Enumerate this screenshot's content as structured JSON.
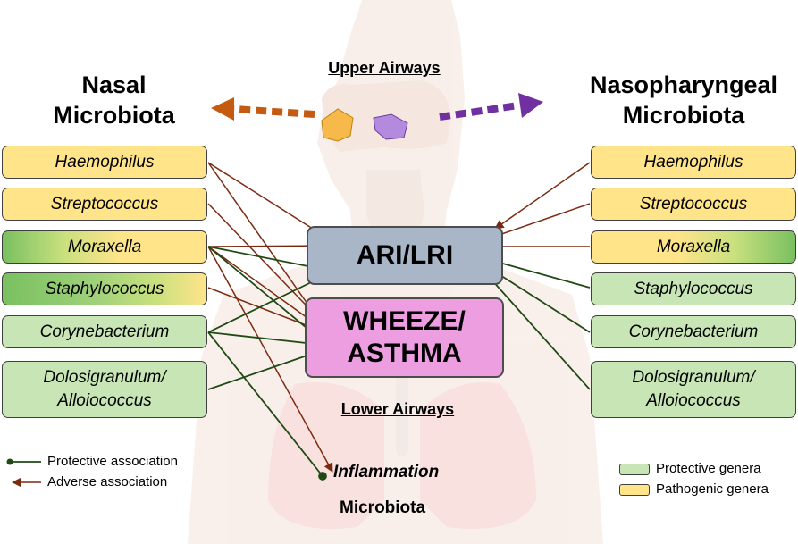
{
  "titles": {
    "nasal": "Nasal\nMicrobiota",
    "nasopharyngeal": "Nasopharyngeal\nMicrobiota",
    "upper_airways": "Upper Airways",
    "lower_airways": "Lower Airways"
  },
  "outcomes": {
    "ari": "ARI/LRI",
    "wheeze": "WHEEZE/\nASTHMA",
    "inflammation": "Inflammation",
    "microbiota": "Microbiota"
  },
  "nasal_genera": [
    "Haemophilus",
    "Streptococcus",
    "Moraxella",
    "Staphylococcus",
    "Corynebacterium",
    "Dolosigranulum/\nAlloiococcus"
  ],
  "nasopharyngeal_genera": [
    "Haemophilus",
    "Streptococcus",
    "Moraxella",
    "Staphylococcus",
    "Corynebacterium",
    "Dolosigranulum/\nAlloiococcus"
  ],
  "legend_left": {
    "protective": "Protective association",
    "adverse": "Adverse association"
  },
  "legend_right": {
    "protective": "Protective genera",
    "pathogenic": "Pathogenic genera"
  },
  "colors": {
    "pathogenic": "#ffe48a",
    "protective": "#c7e5b5",
    "adverse_line": "#7b2a10",
    "protective_line": "#1f4a14",
    "ari_box": "#a9b6c8",
    "wheeze_box": "#ec9ee0",
    "nasal_arrow": "#c55a11",
    "nasopharyngeal_arrow": "#7030a0"
  }
}
